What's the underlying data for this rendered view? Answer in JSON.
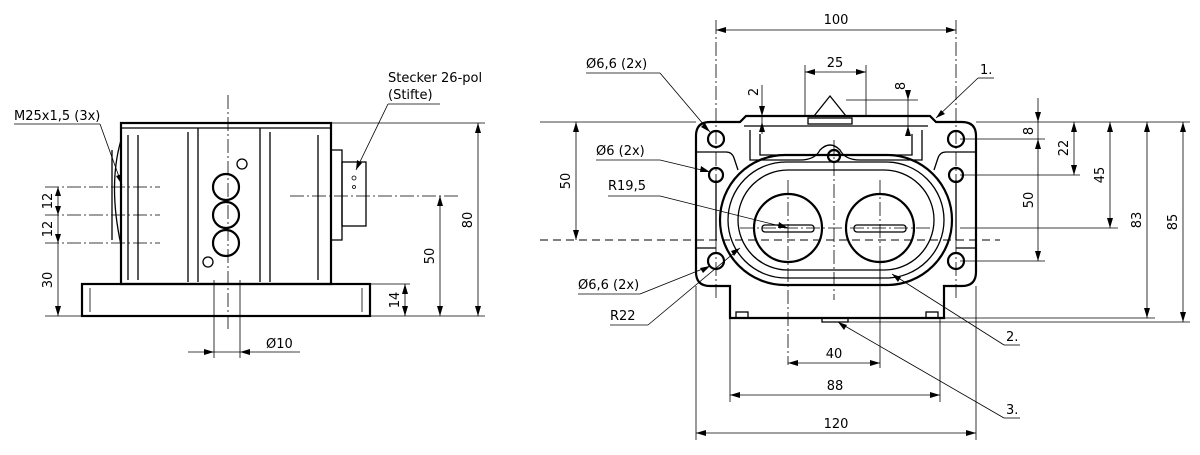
{
  "side_view": {
    "label_thread": "M25x1,5 (3x)",
    "label_connector_line1": "Stecker 26-pol",
    "label_connector_line2": "(Stifte)",
    "dim_12_top": "12",
    "dim_12_bottom": "12",
    "dim_30": "30",
    "dim_14": "14",
    "dim_50": "50",
    "dim_80": "80",
    "dim_diameter_10": "Ø10"
  },
  "front_view": {
    "dim_100": "100",
    "dim_25": "25",
    "dim_8_top": "8",
    "dim_2": "2",
    "dim_50_left": "50",
    "dim_8_right": "8",
    "dim_22": "22",
    "dim_45": "45",
    "dim_50_right": "50",
    "dim_83": "83",
    "dim_85": "85",
    "dim_40": "40",
    "dim_88": "88",
    "dim_120": "120",
    "label_hole_66_top": "Ø6,6 (2x)",
    "label_hole_6": "Ø6 (2x)",
    "label_r195": "R19,5",
    "label_hole_66_bottom": "Ø6,6 (2x)",
    "label_r22": "R22",
    "callout_1": "1.",
    "callout_2": "2.",
    "callout_3": "3."
  }
}
